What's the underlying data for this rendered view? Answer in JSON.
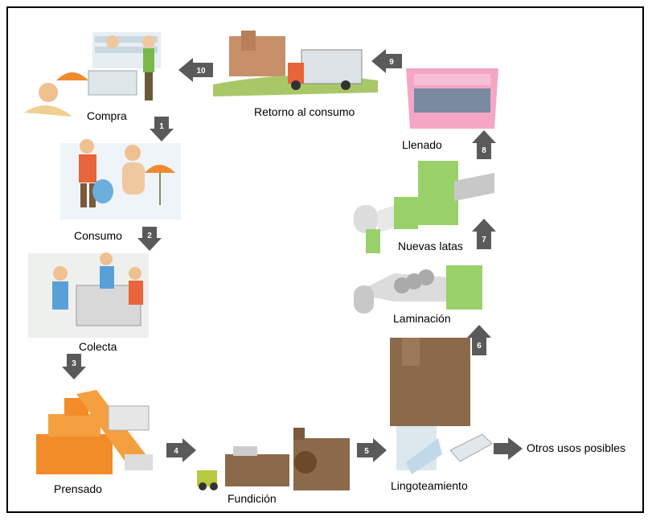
{
  "stages": {
    "compra": "Compra",
    "consumo": "Consumo",
    "colecta": "Colecta",
    "prensado": "Prensado",
    "fundicion": "Fundición",
    "lingoteamiento": "Lingoteamiento",
    "laminacion": "Laminación",
    "nuevas_latas": "Nuevas latas",
    "llenado": "Llenado",
    "retorno": "Retorno al consumo"
  },
  "side_output": "Otros usos posibles",
  "steps": [
    "1",
    "2",
    "3",
    "4",
    "5",
    "6",
    "7",
    "8",
    "9",
    "10"
  ],
  "colors": {
    "arrow": "#5a5a5a",
    "orange": "#f28c28",
    "blue": "#5aa0d8",
    "brown": "#8a6a4a",
    "green": "#9ad06a",
    "pink": "#f4a6c4"
  }
}
